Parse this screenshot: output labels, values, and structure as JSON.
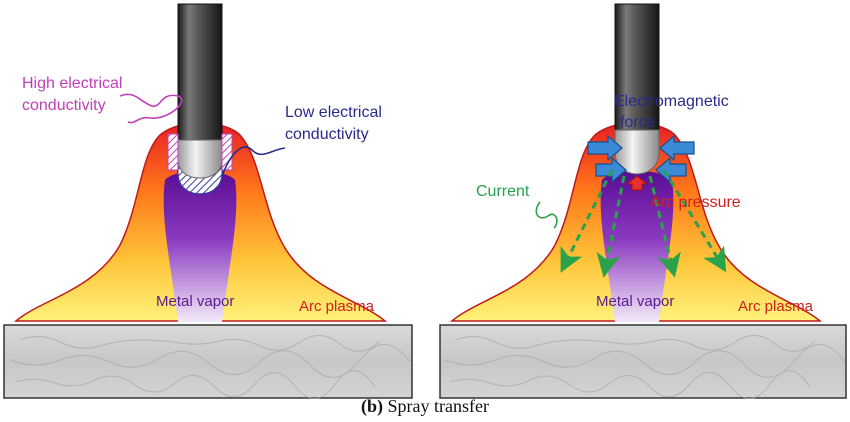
{
  "left_panel": {
    "label_high_conductivity_line1": "High electrical",
    "label_high_conductivity_line2": "conductivity",
    "label_low_conductivity_line1": "Low electrical",
    "label_low_conductivity_line2": "conductivity",
    "label_metal_vapor": "Metal vapor",
    "label_arc_plasma": "Arc plasma"
  },
  "right_panel": {
    "label_em_force_line1": "Electromagnetic",
    "label_em_force_line2": "force",
    "label_current": "Current",
    "label_arc_pressure": "Arc pressure",
    "label_metal_vapor": "Metal vapor",
    "label_arc_plasma": "Arc plasma"
  },
  "caption": {
    "prefix": "(b)",
    "text": " Spray transfer"
  },
  "colors": {
    "magenta_label": "#c040b8",
    "navy_label": "#2a2a8c",
    "red_label": "#d02020",
    "green_arrow": "#2aa24a",
    "blue_arrow": "#3a8ad8",
    "plasma_yellow": "#ffd84a",
    "plasma_red": "#e0282a",
    "vapor_purple": "#6a1aa0"
  }
}
